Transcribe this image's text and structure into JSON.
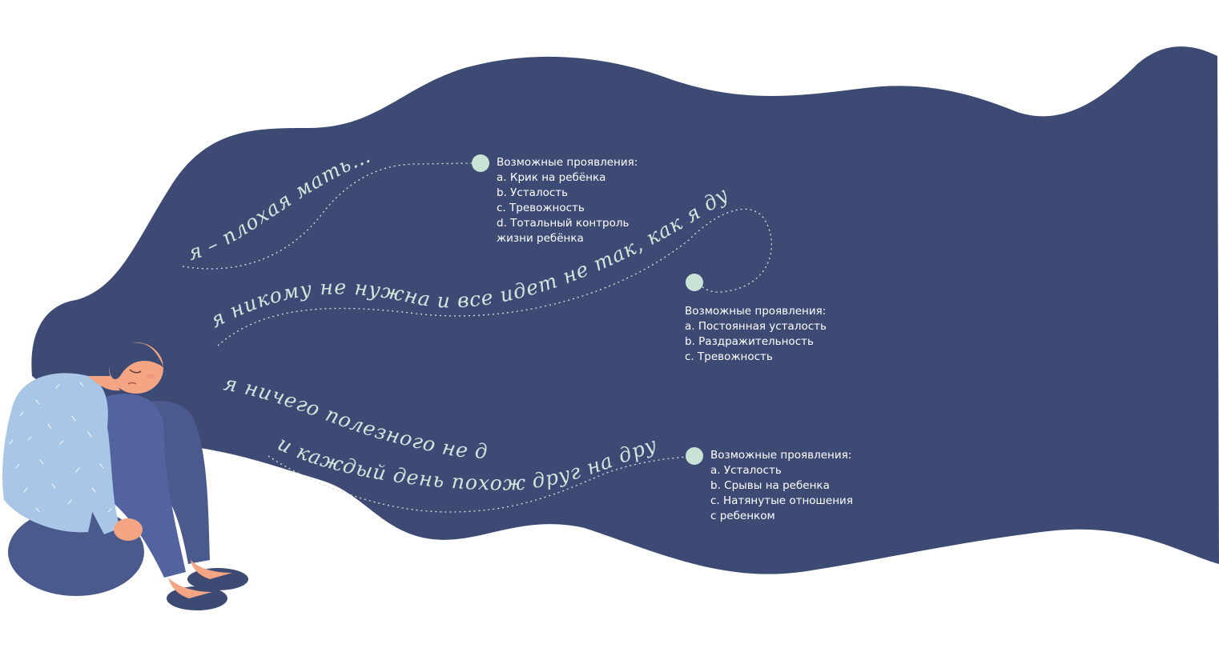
{
  "colors": {
    "hair": "#3d4a74",
    "skin": "#f4a584",
    "sweater": "#a9c6e6",
    "pants": "#4a5a8c",
    "dot": "#c8e2d6",
    "script_text": "#cfe7dc",
    "info_text": "#ffffff"
  },
  "phrases": [
    "я – плохая мать…",
    "я никому не нужна и все идет не так, как я думала…",
    "я ничего полезного не делаю",
    "и каждый день похож друг на друга…"
  ],
  "blocks": [
    {
      "title": "Возможные проявления:",
      "items": [
        "a. Крик на ребёнка",
        "b. Усталость",
        "c. Тревожность",
        "d. Тотальный контроль",
        "жизни ребёнка"
      ]
    },
    {
      "title": "Возможные проявления:",
      "items": [
        "a. Постоянная усталость",
        "b. Раздражительность",
        "c. Тревожность"
      ]
    },
    {
      "title": "Возможные проявления:",
      "items": [
        "a. Усталость",
        "b. Срывы на ребенка",
        "c. Натянутые отношения",
        "с ребенком"
      ]
    }
  ]
}
